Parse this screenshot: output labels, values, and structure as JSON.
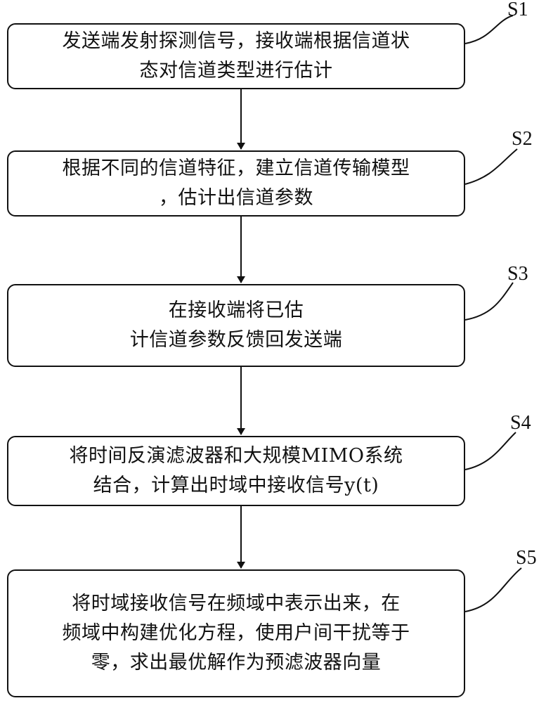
{
  "steps": [
    {
      "id": "S1",
      "label": "S1",
      "lines": [
        "发送端发射探测信号，接收端根据信道状",
        "态对信道类型进行估计"
      ]
    },
    {
      "id": "S2",
      "label": "S2",
      "lines": [
        "根据不同的信道特征，建立信道传输模型",
        "，估计出信道参数"
      ]
    },
    {
      "id": "S3",
      "label": "S3",
      "lines": [
        "在接收端将已估",
        "计信道参数反馈回发送端"
      ]
    },
    {
      "id": "S4",
      "label": "S4",
      "lines": [
        "将时间反演滤波器和大规模MIMO系统",
        "结合，计算出时域中接收信号y(t)"
      ]
    },
    {
      "id": "S5",
      "label": "S5",
      "lines": [
        "将时域接收信号在频域中表示出来，在",
        "频域中构建优化方程，使用户间干扰等于",
        "零，求出最优解作为预滤波器向量"
      ]
    }
  ]
}
